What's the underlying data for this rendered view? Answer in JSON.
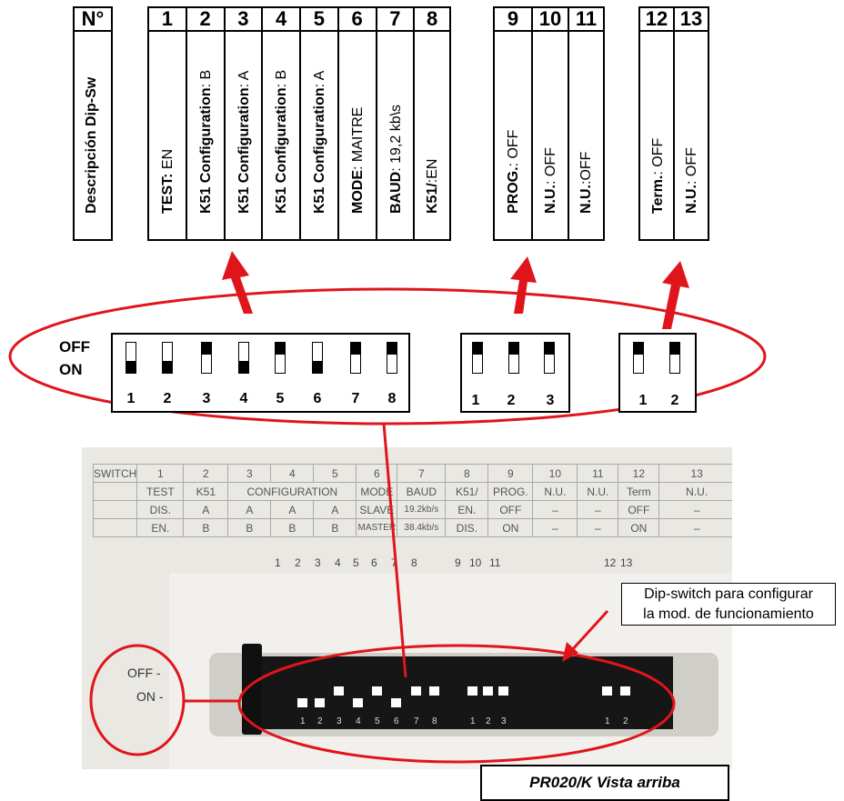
{
  "header_table": {
    "group1": [
      {
        "num": "N°",
        "bold": "Descripción Dip-Sw",
        "rest": ""
      },
      {
        "num": "",
        "bold": "",
        "rest": ""
      }
    ],
    "group2": [
      {
        "num": "1",
        "bold": "TEST:",
        "rest": " EN"
      },
      {
        "num": "2",
        "bold": "K51 Configuration",
        "rest": ": B"
      },
      {
        "num": "3",
        "bold": "K51 Configuration",
        "rest": ": A"
      },
      {
        "num": "4",
        "bold": "K51 Configuration",
        "rest": ": B"
      },
      {
        "num": "5",
        "bold": "K51 Configuration",
        "rest": ": A"
      },
      {
        "num": "6",
        "bold": "MODE",
        "rest": ": MAITRE"
      },
      {
        "num": "7",
        "bold": "BAUD",
        "rest": ": 19,2 kb\\s"
      },
      {
        "num": "8",
        "bold": "K51/",
        "rest": ":EN"
      }
    ],
    "group3": [
      {
        "num": "9",
        "bold": "PROG.",
        "rest": ": OFF"
      },
      {
        "num": "10",
        "bold": "N.U.",
        "rest": ": OFF"
      },
      {
        "num": "11",
        "bold": "N.U.",
        "rest": ":OFF"
      }
    ],
    "group4": [
      {
        "num": "12",
        "bold": "Term.",
        "rest": ": OFF"
      },
      {
        "num": "13",
        "bold": "N.U.",
        "rest": ": OFF"
      }
    ]
  },
  "dip_labels": {
    "off": "OFF",
    "on": "ON"
  },
  "dip_bank1": {
    "numbers": [
      "1",
      "2",
      "3",
      "4",
      "5",
      "6",
      "7",
      "8"
    ],
    "states": [
      "on",
      "on",
      "off",
      "on",
      "off",
      "on",
      "off",
      "off"
    ]
  },
  "dip_bank2": {
    "numbers": [
      "1",
      "2",
      "3"
    ],
    "states": [
      "off",
      "off",
      "off"
    ]
  },
  "dip_bank3": {
    "numbers": [
      "1",
      "2"
    ],
    "states": [
      "off",
      "off"
    ]
  },
  "photo_table": {
    "rows": [
      [
        "SWITCH",
        "1",
        "2",
        "3",
        "4",
        "5",
        "6",
        "7",
        "8",
        "9",
        "10",
        "11",
        "12",
        "13"
      ],
      [
        "",
        "TEST",
        "K51",
        "CONFIGURATION",
        "",
        "",
        "MODE",
        "BAUD",
        "K51/",
        "PROG.",
        "N.U.",
        "N.U.",
        "Term",
        "N.U."
      ],
      [
        "",
        "DIS.",
        "A",
        "A",
        "A",
        "A",
        "SLAVE",
        "19.2kb/s",
        "EN.",
        "OFF",
        "–",
        "–",
        "OFF",
        "–"
      ],
      [
        "",
        "EN.",
        "B",
        "B",
        "B",
        "B",
        "MASTER",
        "38.4kb/s",
        "DIS.",
        "ON",
        "–",
        "–",
        "ON",
        "–"
      ]
    ],
    "numbers_row": [
      "1",
      "2",
      "3",
      "4",
      "5",
      "6",
      "7",
      "8",
      "9",
      "10",
      "11",
      "12",
      "13"
    ]
  },
  "photo_labels": {
    "off": "OFF -",
    "on": "ON -"
  },
  "photo_switch_numbers": [
    "1",
    "2",
    "3",
    "4",
    "5",
    "6",
    "7",
    "8",
    "1",
    "2",
    "3",
    "1",
    "2"
  ],
  "callout": {
    "line1": "Dip-switch para configurar",
    "line2": "la mod. de funcionamiento"
  },
  "caption": "PR020/K Vista arriba",
  "colors": {
    "accent": "#e0151b",
    "photo_bg": "#e9e8e3",
    "dark": "#161616"
  }
}
